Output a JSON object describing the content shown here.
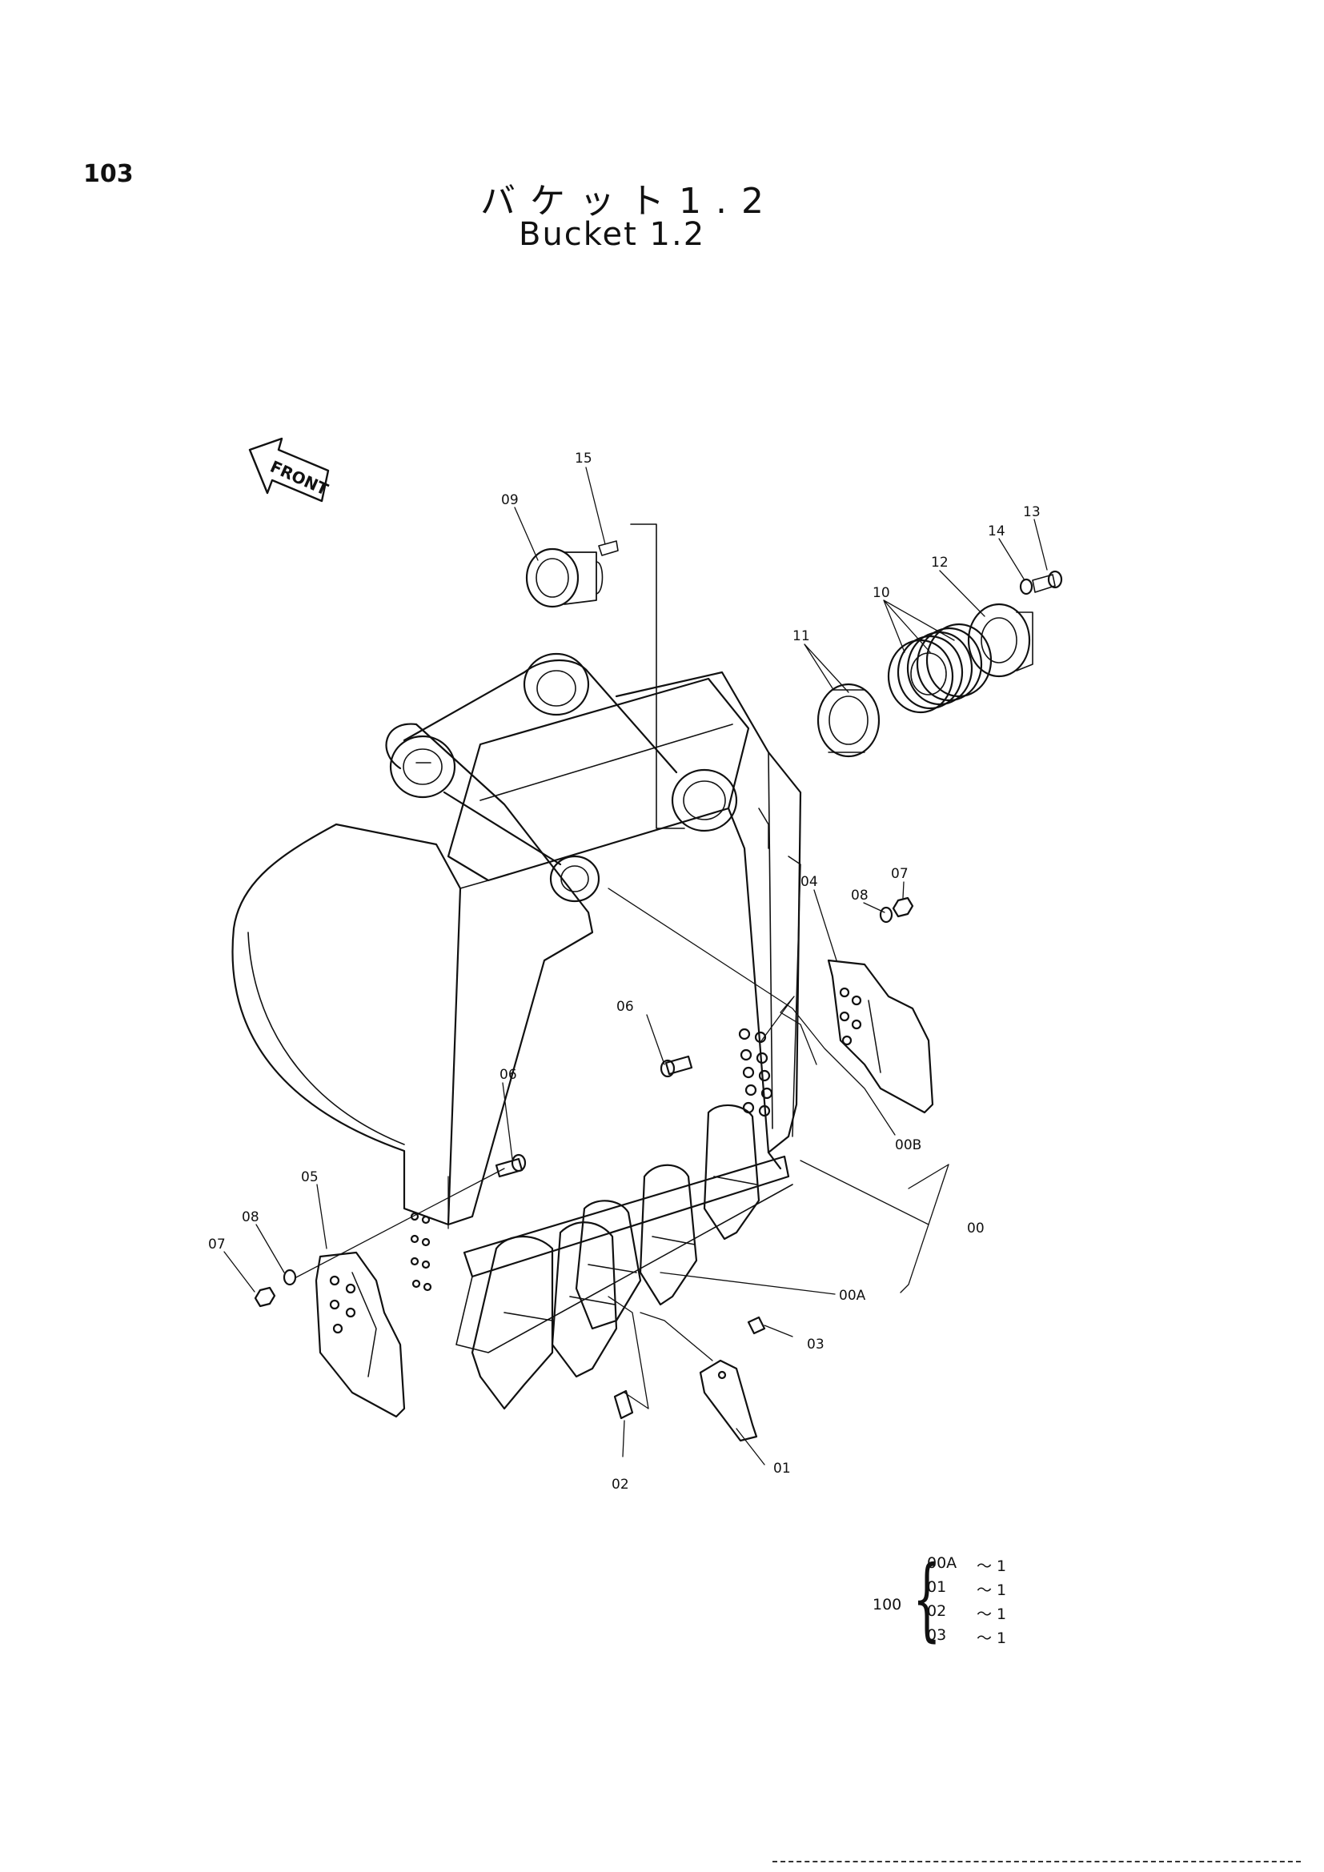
{
  "page_number": "103",
  "title_jp": "バケット1.2",
  "title_en": "Bucket 1.2",
  "front_label": "FRONT",
  "callouts": {
    "c15": "15",
    "c09": "09",
    "c13": "13",
    "c14": "14",
    "c12": "12",
    "c10": "10",
    "c11": "11",
    "c07r": "07",
    "c08r": "08",
    "c04": "04",
    "c06a": "06",
    "c06b": "06",
    "c00b": "00B",
    "c00": "00",
    "c05": "05",
    "c08l": "08",
    "c07l": "07",
    "c00a": "00A",
    "c03": "03",
    "c01": "01",
    "c02": "02"
  },
  "kit": {
    "number": "100",
    "rows": [
      {
        "code": "00A",
        "qty": "～ 1"
      },
      {
        "code": "01",
        "qty": "～ 1"
      },
      {
        "code": "02",
        "qty": "～ 1"
      },
      {
        "code": "03",
        "qty": "～ 1"
      }
    ]
  }
}
